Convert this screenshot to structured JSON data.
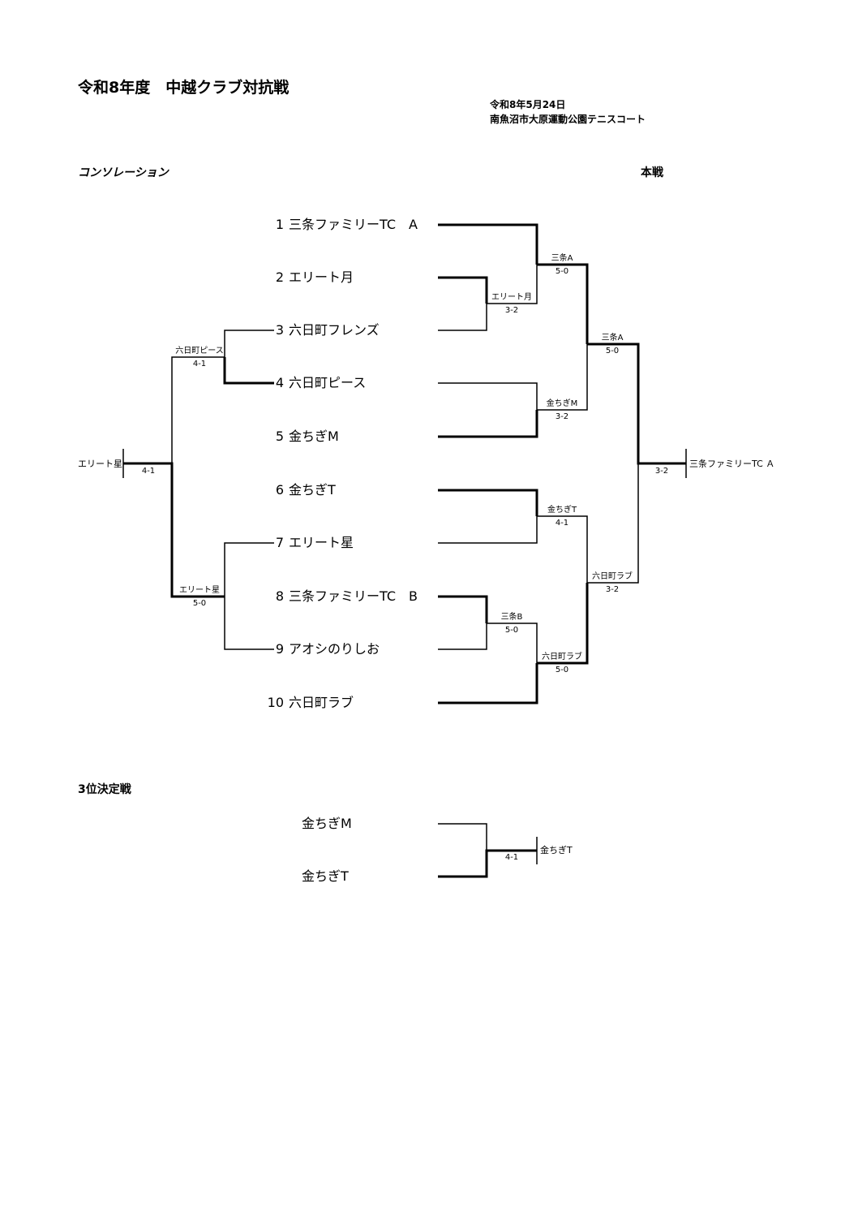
{
  "header": {
    "title": "令和8年度　中越クラブ対抗戦",
    "date": "令和8年5月24日",
    "venue": "南魚沼市大原運動公園テニスコート"
  },
  "sections": {
    "consolation": "コンソレーション",
    "main": "本戦",
    "third_place": "3位決定戦"
  },
  "teams": [
    {
      "num": "1",
      "name": "三条ファミリーTC　A"
    },
    {
      "num": "2",
      "name": "エリート月"
    },
    {
      "num": "3",
      "name": "六日町フレンズ"
    },
    {
      "num": "4",
      "name": "六日町ピース"
    },
    {
      "num": "5",
      "name": "金ちぎM"
    },
    {
      "num": "6",
      "name": "金ちぎT"
    },
    {
      "num": "7",
      "name": "エリート星"
    },
    {
      "num": "8",
      "name": "三条ファミリーTC　B"
    },
    {
      "num": "9",
      "name": "アオシのりしお"
    },
    {
      "num": "10",
      "name": "六日町ラブ"
    }
  ],
  "main_matches": [
    {
      "winner": "エリート月",
      "score": "3-2"
    },
    {
      "winner": "三条A",
      "score": "5-0"
    },
    {
      "winner": "金ちぎM",
      "score": "3-2"
    },
    {
      "winner": "三条A",
      "score": "5-0"
    },
    {
      "winner": "金ちぎT",
      "score": "4-1"
    },
    {
      "winner": "三条B",
      "score": "5-0"
    },
    {
      "winner": "六日町ラブ",
      "score": "5-0"
    },
    {
      "winner": "六日町ラブ",
      "score": "3-2"
    },
    {
      "winner": "",
      "score": "3-2"
    }
  ],
  "champion": "三条ファミリーTC Ａ",
  "consolation_matches": [
    {
      "winner": "六日町ピース",
      "score": "4-1"
    },
    {
      "winner": "エリート星",
      "score": "5-0"
    },
    {
      "winner": "",
      "score": "4-1"
    }
  ],
  "consolation_winner": "エリート星",
  "third_place_match": {
    "team_a": "金ちぎM",
    "team_b": "金ちぎT",
    "score": "4-1",
    "winner": "金ちぎT"
  }
}
